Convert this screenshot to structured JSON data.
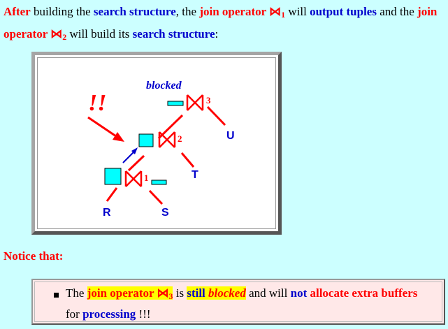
{
  "intro": {
    "p1": "After",
    "p2": " building the ",
    "p3": "search structure",
    "p4": ", the ",
    "p5": "join operator ⋈",
    "p5_sub": "1",
    "p6": " will ",
    "p7": "output tuples",
    "p8": " and the ",
    "p9": "join operator ⋈",
    "p9_sub": "2",
    "p10": " will build its ",
    "p11": "search structure",
    "p12": ":"
  },
  "diagram": {
    "blocked_label": "blocked",
    "exclaim": "!!",
    "join1_index": "1",
    "join2_index": "2",
    "join3_index": "3",
    "rel_r": "R",
    "rel_s": "S",
    "rel_t": "T",
    "rel_u": "U",
    "colors": {
      "operator": "#ff0000",
      "relation": "#0000cc",
      "buffer": "#00ffff",
      "blocked_text": "#0000cc"
    }
  },
  "notice": {
    "heading": "Notice that:"
  },
  "note": {
    "n1": "The ",
    "n2": "join operator ⋈",
    "n2_sub": "3",
    "n3": " is ",
    "n4": "still",
    "n5": "blocked",
    "n6": " and will ",
    "n7": "not",
    "n8": " allocate extra buffers",
    "n9": " for ",
    "n10": "processing",
    "n11": " !!!"
  }
}
